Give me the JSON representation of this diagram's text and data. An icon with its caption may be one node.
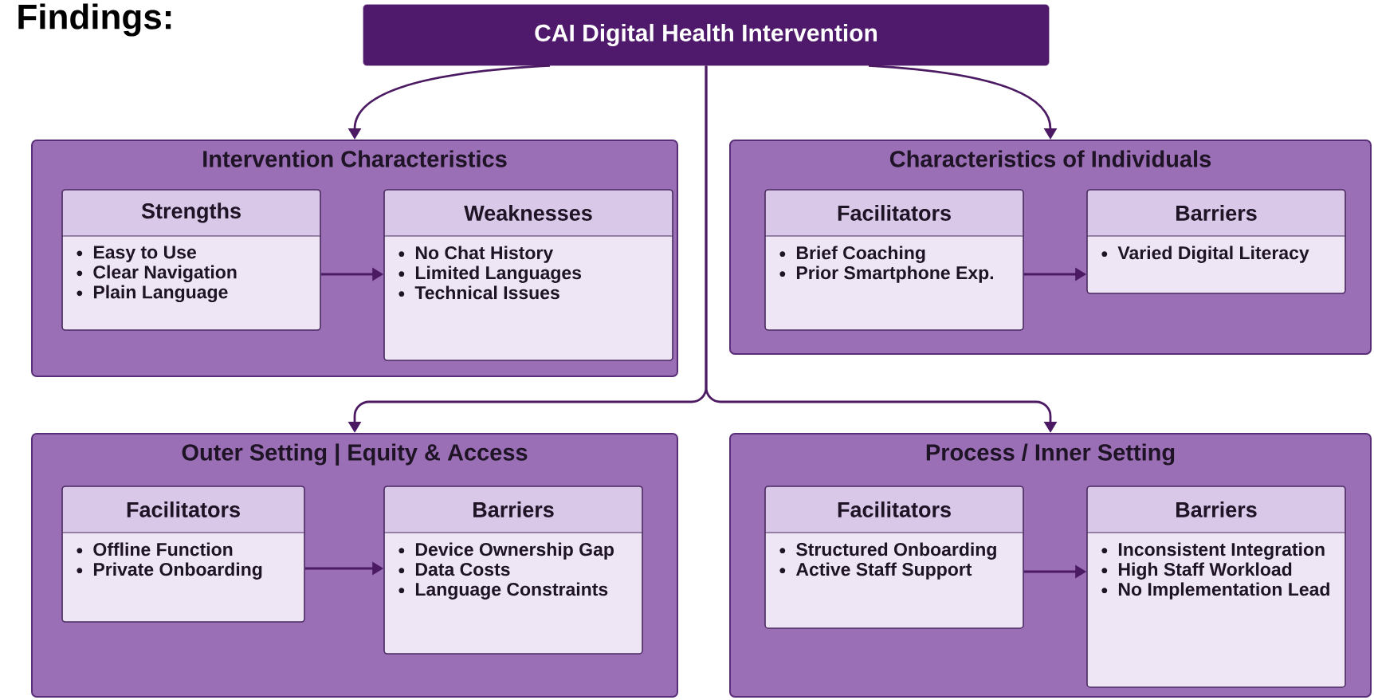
{
  "diagram": {
    "title": "Findings:",
    "nodes": [
      {
        "text": [
          "CAI Digital Health Intervention"
        ]
      },
      {
        "text": [
          "Intervention Characteristics"
        ]
      },
      {
        "text": [
          "Strengths",
          "Easy to Use",
          "Clear Navigation",
          "Plain Language"
        ],
        "in": 1
      },
      {
        "text": [
          "Weaknesses",
          "No Chat History",
          "Limited Languages",
          "Technical Issues"
        ],
        "in": 1
      },
      {
        "text": [
          "Characteristics of Individuals"
        ]
      },
      {
        "text": [
          "Facilitators",
          "Brief Coaching",
          "Prior Smartphone Exp."
        ],
        "in": 4
      },
      {
        "text": [
          "Barriers",
          "Varied Digital Literacy"
        ],
        "in": 4
      },
      {
        "text": [
          "Outer Setting | Equity & Access"
        ]
      },
      {
        "text": [
          "Facilitators",
          "Offline Function",
          "Private Onboarding"
        ],
        "in": 7
      },
      {
        "text": [
          "Barriers",
          "Device Ownership Gap",
          "Data Costs",
          "Language Constraints"
        ],
        "in": 7
      },
      {
        "text": [
          "Process / Inner Setting"
        ]
      },
      {
        "text": [
          "Facilitators",
          "Structured Onboarding",
          "Active Staff Support"
        ],
        "in": 10
      },
      {
        "text": [
          "Barriers",
          "Inconsistent Integration",
          "High Staff Workload",
          "No Implementation Lead"
        ],
        "in": 10
      }
    ],
    "edges": [
      {
        "from": 0,
        "to": 1,
        "arrow": "to"
      },
      {
        "from": 0,
        "to": 4,
        "arrow": "to"
      },
      {
        "from": 0,
        "to": 7,
        "arrow": "to"
      },
      {
        "from": 0,
        "to": 10,
        "arrow": "to"
      },
      {
        "from": 2,
        "to": 3,
        "arrow": "to"
      },
      {
        "from": 5,
        "to": 6,
        "arrow": "to"
      },
      {
        "from": 8,
        "to": 9,
        "arrow": "to"
      },
      {
        "from": 11,
        "to": 12,
        "arrow": "to"
      }
    ]
  }
}
